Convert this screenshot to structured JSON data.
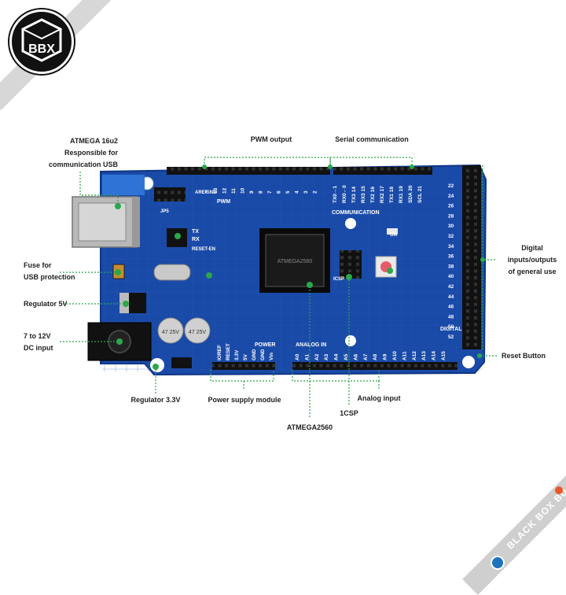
{
  "brand": {
    "logo_text": "BBX",
    "watermark": "BLACK BOX BD"
  },
  "callouts": {
    "atmega16u2_line1": "ATMEGA 16u2",
    "atmega16u2_line2": "Responsible for",
    "atmega16u2_line3": "communication USB",
    "pwm_output": "PWM output",
    "serial_communication": "Serial communication",
    "digital_line1": "Digital",
    "digital_line2": "inputs/outputs",
    "digital_line3": "of general use",
    "fuse_line1": "Fuse for",
    "fuse_line2": "USB protection",
    "regulator_5v": "Regulator 5V",
    "dc_line1": "7 to 12V",
    "dc_line2": "DC input",
    "reset_button": "Reset Button",
    "regulator_33v": "Regulator 3.3V",
    "power_supply_module": "Power supply module",
    "analog_input": "Analog input",
    "icsp": "1CSP",
    "atmega2560": "ATMEGA2560"
  },
  "board": {
    "pwm_header": "PWM",
    "communication_header": "COMMUNICATION",
    "power_header": "POWER",
    "analog_header": "ANALOG  IN",
    "digital_header": "DIGITAL",
    "on_label": "ON",
    "icsp_label": "ICSP",
    "reset_en_label": "RESET-EN",
    "aref": "AREF",
    "gnd": "GND",
    "tx": "TX",
    "rx": "RX",
    "jp5": "JP5",
    "chip_text": "ATMEGA2560",
    "pwm_pins": [
      "13",
      "12",
      "11",
      "10",
      "9",
      "8",
      "7",
      "6",
      "5",
      "4",
      "3",
      "2"
    ],
    "comm_pins": [
      "TX0→1",
      "RX0←0",
      "TX3 14",
      "RX3 15",
      "TX2 16",
      "RX2 17",
      "TX1 18",
      "RX1 19",
      "SDA 20",
      "SCL 21"
    ],
    "power_pins": [
      "IOREF",
      "RESET",
      "3.3V",
      "5V",
      "GND",
      "GND",
      "Vin"
    ],
    "analog_pins": [
      "A0",
      "A1",
      "A2",
      "A3",
      "A4",
      "A5",
      "A6",
      "A7",
      "A8",
      "A9",
      "A10",
      "A11",
      "A12",
      "A13",
      "A14",
      "A15"
    ],
    "digital_pins": [
      "22",
      "24",
      "26",
      "28",
      "30",
      "32",
      "34",
      "36",
      "38",
      "40",
      "42",
      "44",
      "46",
      "48",
      "50",
      "52"
    ],
    "cap_label_1": "47 25V",
    "cap_label_2": "47 25V"
  }
}
